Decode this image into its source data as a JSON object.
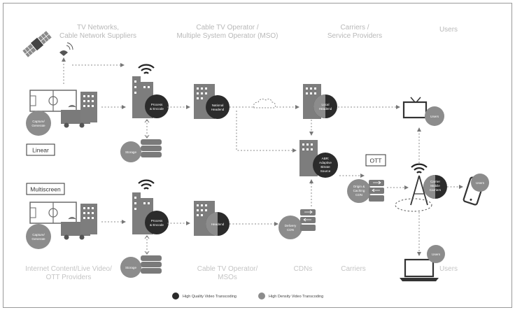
{
  "headers": {
    "tv_networks": [
      "TV Networks,",
      "Cable Network Suppliers"
    ],
    "cable_operator": [
      "Cable TV Operator /",
      "Multiple System Operator (MSO)"
    ],
    "carriers": [
      "Carriers /",
      "Service Providers"
    ],
    "users": "Users"
  },
  "bottom_headers": {
    "internet_content": [
      "Internet Content/Live Video/",
      "OTT Providers"
    ],
    "cable_operator": [
      "Cable TV Operator/",
      "MSOs"
    ],
    "cdns": "CDNs",
    "carriers": "Carriers",
    "users": "Users"
  },
  "boxes": {
    "linear": "Linear",
    "multiscreen": "Multiscreen",
    "ott": "OTT"
  },
  "nodes": {
    "capture_top": [
      "Capture/",
      "Generate"
    ],
    "process_top": [
      "Process",
      "& Encode"
    ],
    "storage_top": "Storage",
    "national_headend": [
      "National",
      "Headend"
    ],
    "local_headend": [
      "Local",
      "Headend"
    ],
    "abr": [
      "ABR:",
      "Adaptive",
      "Bitrate",
      "Source"
    ],
    "users_tv": "Users",
    "origin_cdn": [
      "Origin &",
      "Caching",
      "CDN"
    ],
    "carrier_mobile": [
      "Carrier",
      "Mobile",
      "Carriers"
    ],
    "users_phone": "Users",
    "capture_bottom": [
      "Capture/",
      "Generate"
    ],
    "process_bottom": [
      "Process",
      "& Encode"
    ],
    "storage_bottom": "Storage",
    "headend": "Headend",
    "delivery_cdn": [
      "Delivery",
      "CDN"
    ],
    "users_laptop": "Users"
  },
  "legend": {
    "high_quality": "High Quality Video Transcoding",
    "high_density": "High Density Video Transcoding"
  },
  "colors": {
    "high_quality": "#2b2b2b",
    "high_density": "#8c8c8c",
    "building": "#7d7d7d",
    "header_text": "#b8b8b8"
  }
}
